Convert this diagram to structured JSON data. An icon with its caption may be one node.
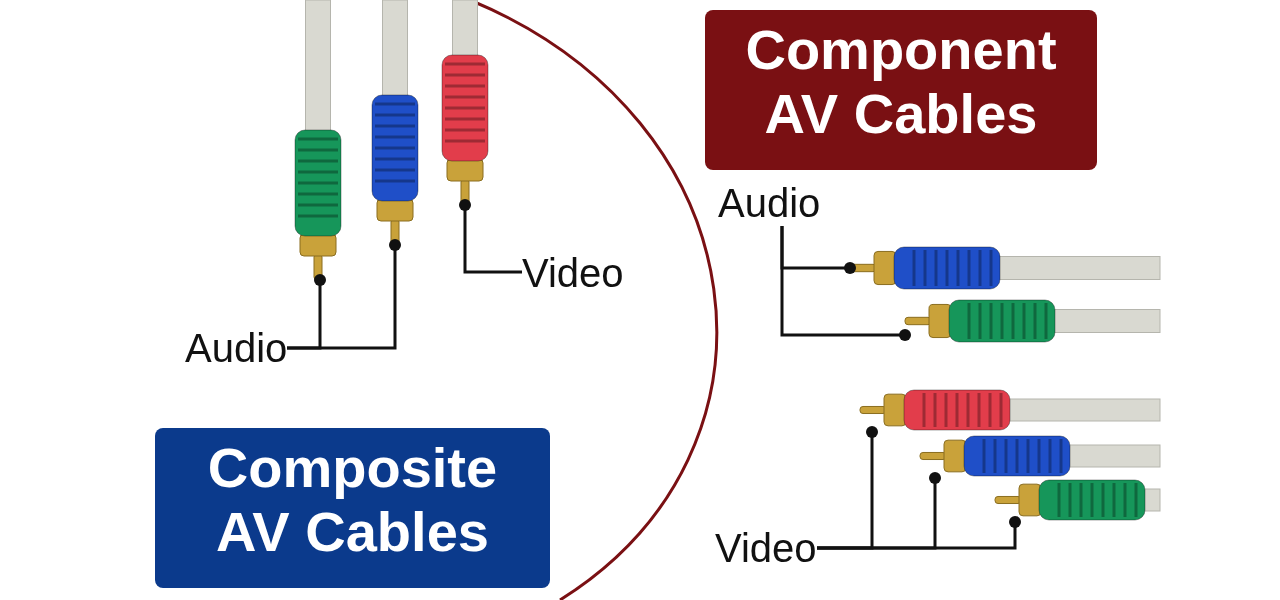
{
  "diagram": {
    "nodes": [
      {
        "text": [
          "Composite AV Cables"
        ]
      },
      {
        "text": [
          "Component AV Cables"
        ]
      },
      {
        "text": [
          "Audio"
        ]
      },
      {
        "text": [],
        "shape": "picture"
      },
      {
        "text": [],
        "shape": "picture"
      },
      {
        "text": [
          "Video"
        ]
      },
      {
        "text": [],
        "shape": "picture"
      },
      {
        "text": [
          "Audio"
        ]
      },
      {
        "text": [],
        "shape": "picture"
      },
      {
        "text": [],
        "shape": "picture"
      },
      {
        "text": [
          "Video"
        ]
      },
      {
        "text": [],
        "shape": "picture"
      },
      {
        "text": [],
        "shape": "picture"
      },
      {
        "text": [],
        "shape": "picture"
      }
    ],
    "edges": [
      {
        "from": 2,
        "to": 3,
        "arrow": "other"
      },
      {
        "from": 2,
        "to": 4,
        "arrow": "other"
      },
      {
        "from": 5,
        "to": 6,
        "arrow": "other"
      },
      {
        "from": 7,
        "to": 8,
        "arrow": "other"
      },
      {
        "from": 7,
        "to": 9,
        "arrow": "other"
      },
      {
        "from": 10,
        "to": 11,
        "arrow": "other"
      },
      {
        "from": 10,
        "to": 12,
        "arrow": "other"
      },
      {
        "from": 10,
        "to": 13,
        "arrow": "other"
      }
    ]
  }
}
